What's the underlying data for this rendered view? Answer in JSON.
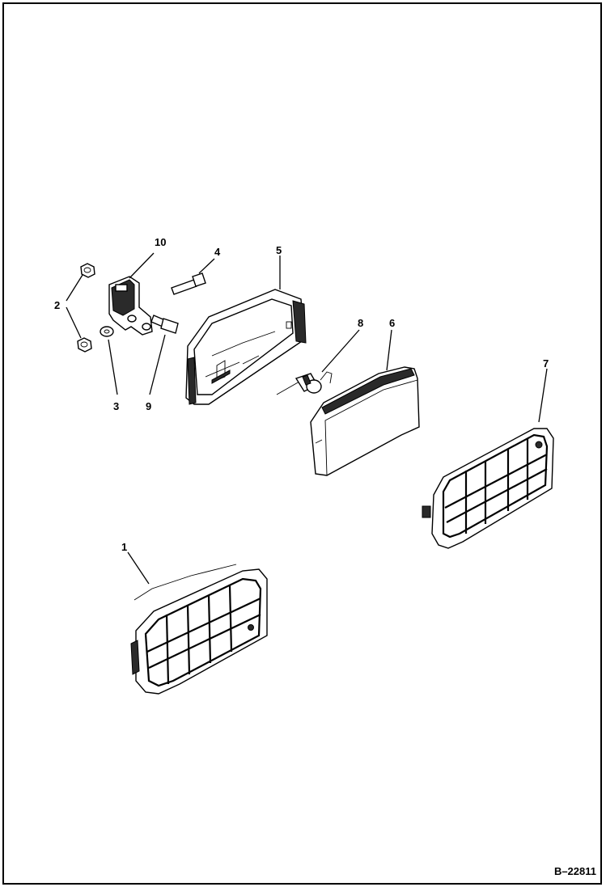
{
  "diagram": {
    "figure_code": "B–22811",
    "callouts": [
      {
        "id": "1",
        "label": "1"
      },
      {
        "id": "2",
        "label": "2"
      },
      {
        "id": "3",
        "label": "3"
      },
      {
        "id": "4",
        "label": "4"
      },
      {
        "id": "5",
        "label": "5"
      },
      {
        "id": "6",
        "label": "6"
      },
      {
        "id": "7",
        "label": "7"
      },
      {
        "id": "8",
        "label": "8"
      },
      {
        "id": "9",
        "label": "9"
      },
      {
        "id": "10",
        "label": "10"
      }
    ]
  }
}
